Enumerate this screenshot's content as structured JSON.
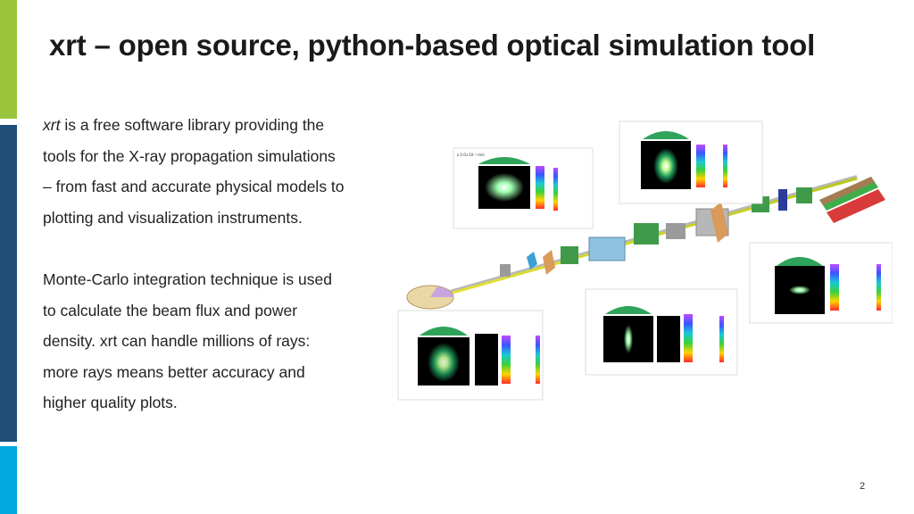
{
  "colors": {
    "accent_top": "#9bc53d",
    "accent_middle": "#1f4e79",
    "accent_bottom": "#00a9e0",
    "beamline": "#c8cf1a",
    "title": "#1a1a1a"
  },
  "slide": {
    "title": "xrt – open source, python-based optical simulation tool",
    "page_number": "2"
  },
  "body": {
    "paragraph1": {
      "lines": [
        {
          "em": "xrt",
          "rest": " is a free software library providing the"
        },
        {
          "em": "",
          "rest": "tools  for the X-ray propagation simulations"
        },
        {
          "em": "",
          "rest": "– from fast and accurate physical models to"
        },
        {
          "em": "",
          "rest": "plotting and visualization instruments."
        }
      ]
    },
    "paragraph2": {
      "lines": [
        "Monte-Carlo integration technique is used",
        "to calculate the beam flux and power",
        "density. xrt can handle millions of rays:",
        "more rays means better accuracy and",
        "higher quality plots."
      ]
    }
  },
  "figure": {
    "icons": [
      "beamline-3d-render",
      "beam-profile-plot"
    ]
  }
}
